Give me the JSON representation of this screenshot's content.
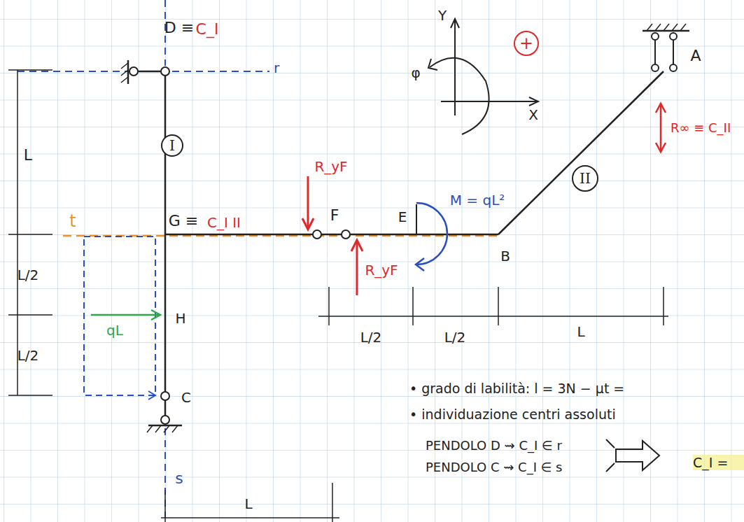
{
  "diagram": {
    "nodes": [
      {
        "text": [
          "I"
        ]
      },
      {
        "text": [
          "II"
        ]
      },
      {
        "text": [
          "+"
        ]
      }
    ],
    "labels": [
      "D ≡",
      "C_I",
      "r",
      "L",
      "L/2",
      "L/2",
      "t",
      "G ≡",
      "C_I II",
      "F",
      "E",
      "B",
      "A",
      "H",
      "C",
      "s",
      "qL",
      "R_yF",
      "R_yF",
      "M = qL²",
      "R∞ ≡ C_II",
      "Y",
      "X",
      "φ",
      "L/2",
      "L/2",
      "L",
      "L",
      "• grado di labilità: l = 3N − μt =",
      "• individuazione centri assoluti",
      "PENDOLO D ⇝ C_I ∈ r",
      "PENDOLO C ⇝ C_I ∈ s",
      "C_I ="
    ]
  }
}
